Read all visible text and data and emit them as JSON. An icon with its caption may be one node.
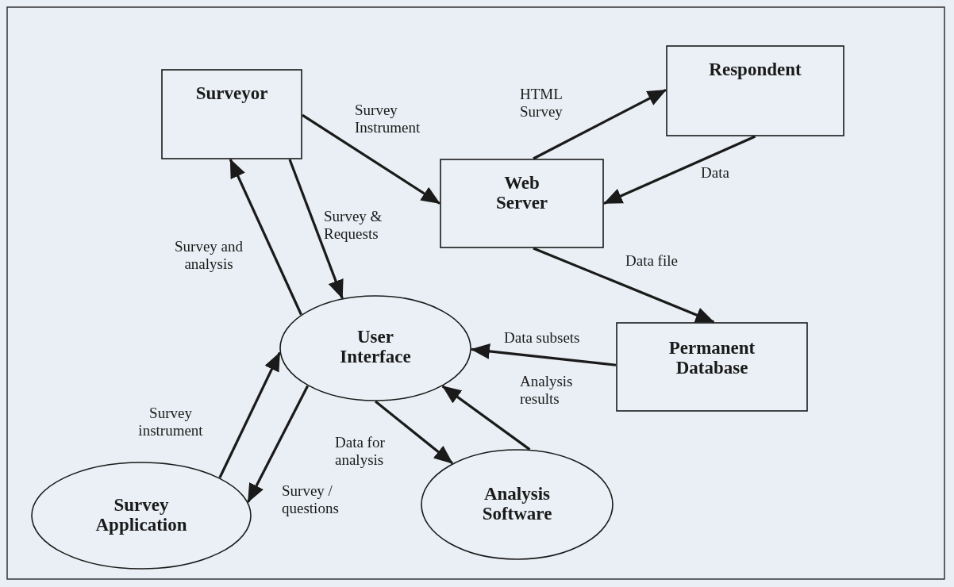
{
  "diagram": {
    "nodes": [
      {
        "text": [
          "Surveyor"
        ]
      },
      {
        "text": [
          "Respondent"
        ]
      },
      {
        "text": [
          "Web Server"
        ]
      },
      {
        "text": [
          "User Interface"
        ]
      },
      {
        "text": [
          "Permanent Database"
        ]
      },
      {
        "text": [
          "Survey Application"
        ]
      },
      {
        "text": [
          "Analysis Software"
        ]
      }
    ],
    "edges": [
      {
        "from": 0,
        "to": 2,
        "arrow": "to",
        "label": "Survey Instrument"
      },
      {
        "from": 2,
        "to": 1,
        "arrow": "to",
        "label": "HTML Survey"
      },
      {
        "from": 1,
        "to": 2,
        "arrow": "to",
        "label": "Data"
      },
      {
        "from": 2,
        "to": 4,
        "arrow": "to",
        "label": "Data file"
      },
      {
        "from": 0,
        "to": 3,
        "arrow": "to",
        "label": "Survey & Requests"
      },
      {
        "from": 3,
        "to": 0,
        "arrow": "to",
        "label": "Survey and analysis"
      },
      {
        "from": 4,
        "to": 3,
        "arrow": "to",
        "label": "Data subsets"
      },
      {
        "from": 6,
        "to": 3,
        "arrow": "to",
        "label": "Analysis results"
      },
      {
        "from": 3,
        "to": 6,
        "arrow": "to",
        "label": "Data for analysis"
      },
      {
        "from": 5,
        "to": 3,
        "arrow": "to",
        "label": "Survey instrument"
      },
      {
        "from": 3,
        "to": 5,
        "arrow": "to",
        "label": "Survey / questions"
      }
    ]
  }
}
